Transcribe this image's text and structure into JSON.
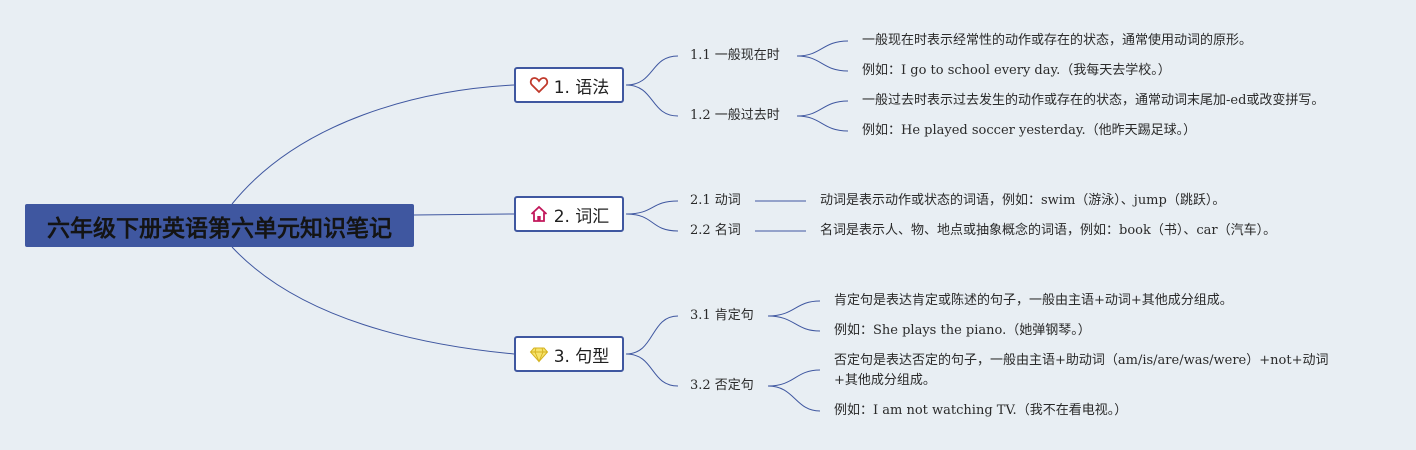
{
  "root": {
    "title": "六年级下册英语第六单元知识笔记"
  },
  "branches": [
    {
      "label": "1. 语法",
      "icon": "heart-icon",
      "icon_color": "#c0392b",
      "subs": [
        {
          "label": "1.1 一般现在时",
          "leaves": [
            "一般现在时表示经常性的动作或存在的状态，通常使用动词的原形。",
            "例如：I go to school every day.（我每天去学校。）"
          ]
        },
        {
          "label": "1.2 一般过去时",
          "leaves": [
            "一般过去时表示过去发生的动作或存在的状态，通常动词末尾加-ed或改变拼写。",
            "例如：He played soccer yesterday.（他昨天踢足球。）"
          ]
        }
      ]
    },
    {
      "label": "2. 词汇",
      "icon": "home-icon",
      "icon_color": "#c2185b",
      "subs": [
        {
          "label": "2.1 动词",
          "leaves": [
            "动词是表示动作或状态的词语，例如：swim（游泳）、jump（跳跃）。"
          ]
        },
        {
          "label": "2.2 名词",
          "leaves": [
            "名词是表示人、物、地点或抽象概念的词语，例如：book（书）、car（汽车）。"
          ]
        }
      ]
    },
    {
      "label": "3. 句型",
      "icon": "diamond-icon",
      "icon_color": "#f2d43d",
      "subs": [
        {
          "label": "3.1 肯定句",
          "leaves": [
            "肯定句是表达肯定或陈述的句子，一般由主语+动词+其他成分组成。",
            "例如：She plays the piano.（她弹钢琴。）"
          ]
        },
        {
          "label": "3.2 否定句",
          "leaves": [
            "否定句是表达否定的句子，一般由主语+助动词（am/is/are/was/were）+not+动词+其他成分组成。",
            "例如：I am not watching TV.（我不在看电视。）"
          ]
        }
      ]
    }
  ],
  "colors": {
    "root_fill": "#3f57a0",
    "line": "#3f57a0",
    "background": "#e8eef3"
  }
}
